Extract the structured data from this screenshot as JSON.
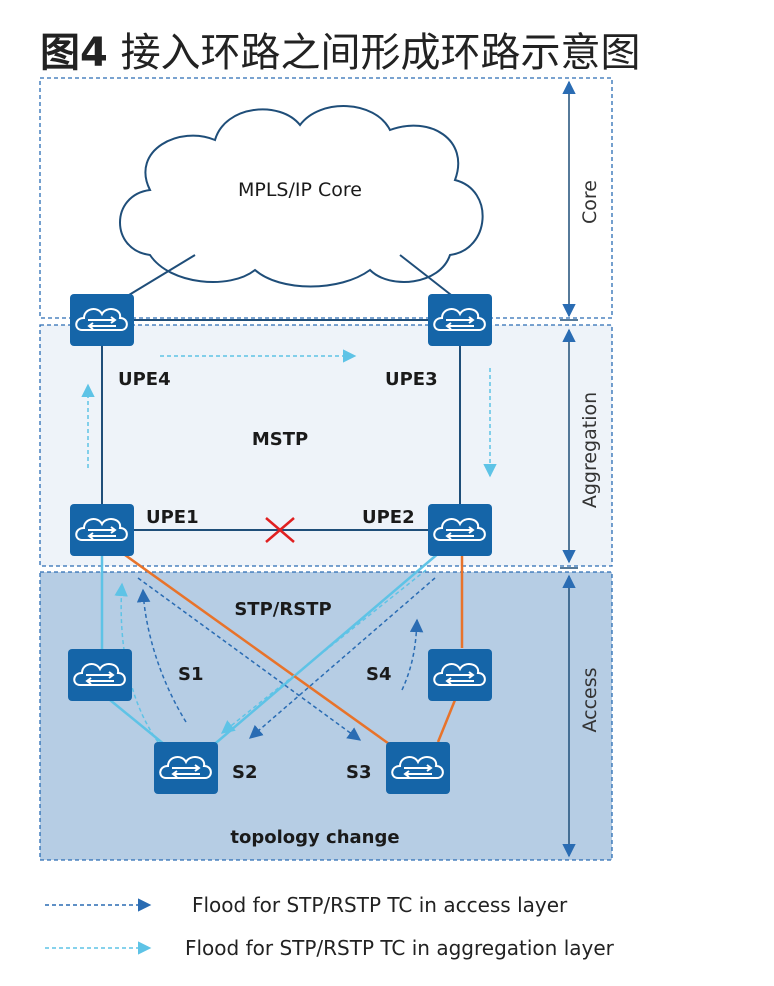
{
  "title": {
    "figure": "图4",
    "text": "接入环路之间形成环路示意图"
  },
  "cloud": {
    "label": "MPLS/IP Core"
  },
  "layers": {
    "core": "Core",
    "aggregation": "Aggregation",
    "access": "Access"
  },
  "nodes": {
    "upe4": "UPE4",
    "upe3": "UPE3",
    "upe1": "UPE1",
    "upe2": "UPE2",
    "s1": "S1",
    "s2": "S2",
    "s3": "S3",
    "s4": "S4"
  },
  "regions": {
    "mstp": "MSTP",
    "stp": "STP/RSTP",
    "topology": "topology change"
  },
  "legend": [
    {
      "text": "Flood for STP/RSTP TC in access layer",
      "color": "#2a6cb3"
    },
    {
      "text": "Flood for STP/RSTP TC in aggregation layer",
      "color": "#5ec3e6"
    }
  ],
  "colors": {
    "device": "#1565a8",
    "link": "#1f4e79",
    "aggregation_link": "#5ec3e6",
    "access_link": "#e8732a",
    "block": "#e02020",
    "access_bg": "#b6cde4",
    "aggregation_bg": "#eef3f9"
  }
}
